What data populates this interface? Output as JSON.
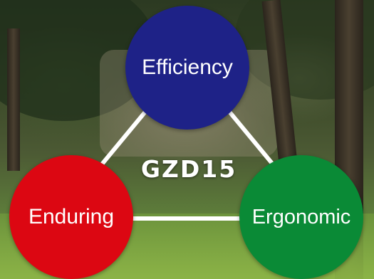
{
  "diagram": {
    "center_label": "GZD15",
    "nodes": [
      {
        "id": "efficiency",
        "label": "Efficiency",
        "color": "#1e2287"
      },
      {
        "id": "enduring",
        "label": "Enduring",
        "color": "#dc0712"
      },
      {
        "id": "ergonomic",
        "label": "Ergonomic",
        "color": "#0a8a36"
      }
    ],
    "links": [
      {
        "from": "efficiency",
        "to": "enduring"
      },
      {
        "from": "efficiency",
        "to": "ergonomic"
      },
      {
        "from": "enduring",
        "to": "ergonomic"
      }
    ],
    "link_color": "#ffffff"
  }
}
